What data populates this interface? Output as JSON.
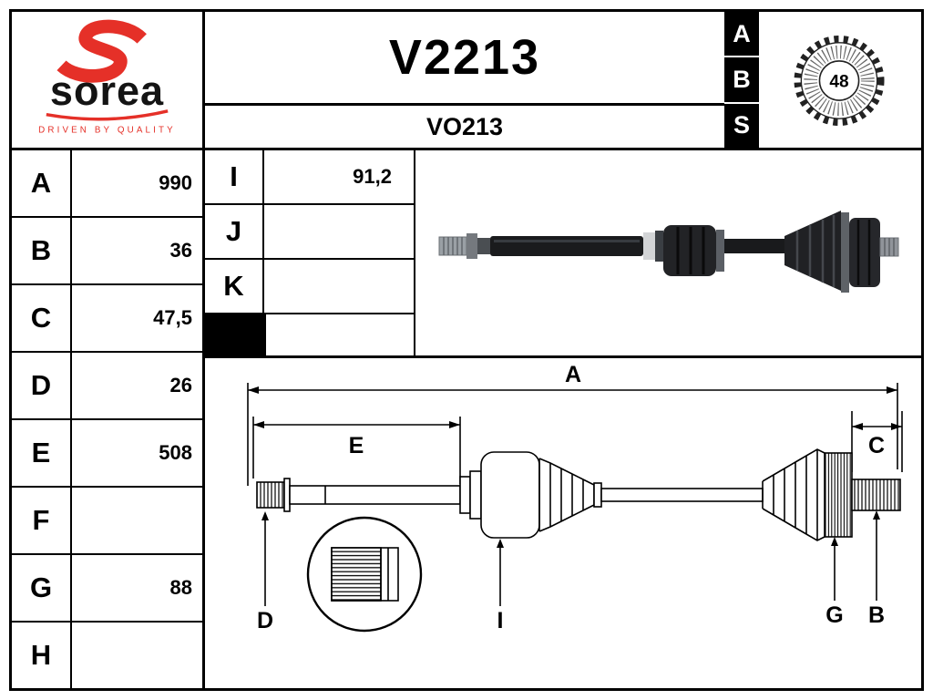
{
  "brand": {
    "name": "sorea",
    "tagline": "DRIVEN BY QUALITY",
    "accent_color": "#e53028"
  },
  "header": {
    "reference": "V2213",
    "oem_reference": "VO213",
    "abs_letters": [
      "A",
      "B",
      "S"
    ],
    "abs_teeth": "48"
  },
  "spec_table_left": {
    "rows": [
      {
        "label": "A",
        "value": "990"
      },
      {
        "label": "B",
        "value": "36"
      },
      {
        "label": "C",
        "value": "47,5"
      },
      {
        "label": "D",
        "value": "26"
      },
      {
        "label": "E",
        "value": "508"
      },
      {
        "label": "F",
        "value": ""
      },
      {
        "label": "G",
        "value": "88"
      },
      {
        "label": "H",
        "value": ""
      }
    ]
  },
  "spec_table_mid": {
    "rows": [
      {
        "label": "I",
        "value": "91,2"
      },
      {
        "label": "J",
        "value": ""
      },
      {
        "label": "K",
        "value": ""
      }
    ]
  },
  "diagram": {
    "dim_a": "A",
    "dim_e": "E",
    "dim_c": "C",
    "dim_d": "D",
    "dim_i": "I",
    "dim_g": "G",
    "dim_b": "B"
  }
}
